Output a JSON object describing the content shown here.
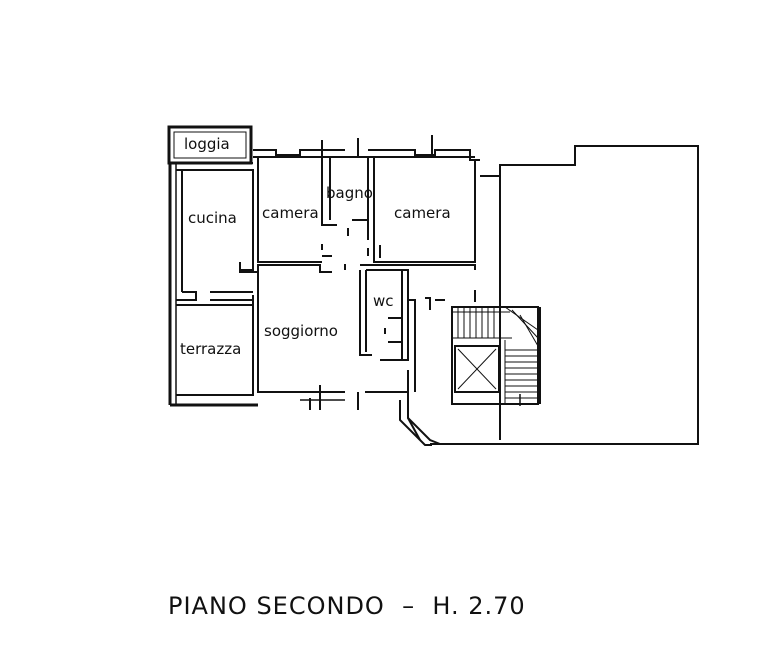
{
  "rooms": {
    "loggia": "loggia",
    "cucina": "cucina",
    "camera_left": "camera",
    "bagno": "bagno",
    "camera_right": "camera",
    "wc": "wc",
    "soggiorno": "soggiorno",
    "terrazza": "terrazza"
  },
  "caption": "PIANO SECONDO  –  H. 2.70"
}
